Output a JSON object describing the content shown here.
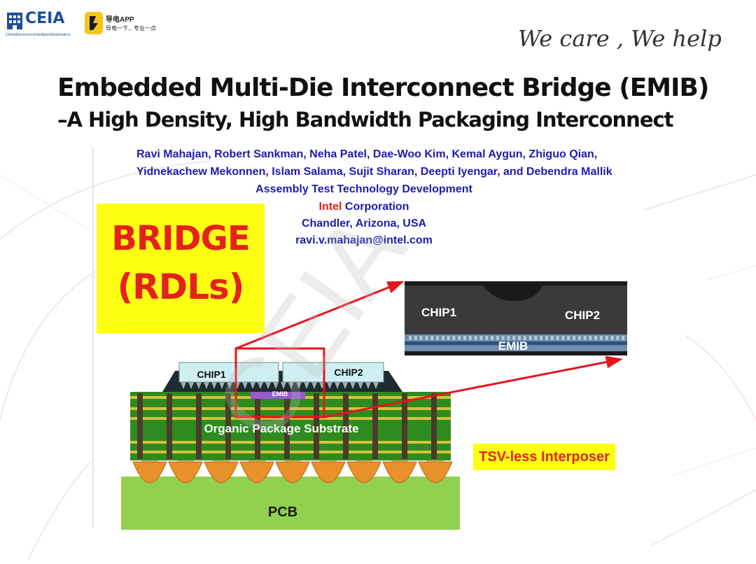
{
  "header": {
    "logo_ceia": {
      "wordmark": "CEIA",
      "tagline": "ChinaElectronicsIntelligentAutomation"
    },
    "logo_app": {
      "name": "导电APP",
      "slogan": "导电一下，专业一点"
    },
    "tagline": "We care , We help"
  },
  "slide": {
    "title": "Embedded Multi-Die Interconnect Bridge (EMIB)",
    "subtitle": "–A High Density, High Bandwidth Packaging Interconnect",
    "authors_line1": "Ravi Mahajan, Robert Sankman, Neha Patel, Dae-Woo Kim, Kemal Aygun, Zhiguo Qian,",
    "authors_line2": "Yidnekachew Mekonnen, Islam Salama, Sujit Sharan, Deepti Iyengar, and Debendra Mallik",
    "department": "Assembly Test Technology Development",
    "corp_brand": "Intel",
    "corp_rest": " Corporation",
    "location": "Chandler, Arizona, USA",
    "email": "ravi.v.mahajan@intel.com"
  },
  "diagram": {
    "bridge_line1": "BRIDGE",
    "bridge_line2": "(RDLs)",
    "chip1": "CHIP1",
    "chip2": "CHIP2",
    "emib_small": "EMIB",
    "substrate": "Organic Package Substrate",
    "pcb": "PCB",
    "zoom_chip1": "CHIP1",
    "zoom_chip2": "CHIP2",
    "zoom_emib": "EMIB",
    "tsv_label": "TSV-less Interposer",
    "watermark": "CEIA"
  },
  "colors": {
    "author_blue": "#1c1cb0",
    "intel_red": "#e41d1d",
    "callout_yellow": "#ffff13",
    "callout_red": "#e3231b",
    "pcb_green": "#92d050",
    "substrate_green": "#2e8b1f",
    "chip_cyan": "#cfeff2",
    "emib_purple": "#9b59d0",
    "ball_orange": "#e8902a",
    "arrow_red": "#e8141b"
  }
}
